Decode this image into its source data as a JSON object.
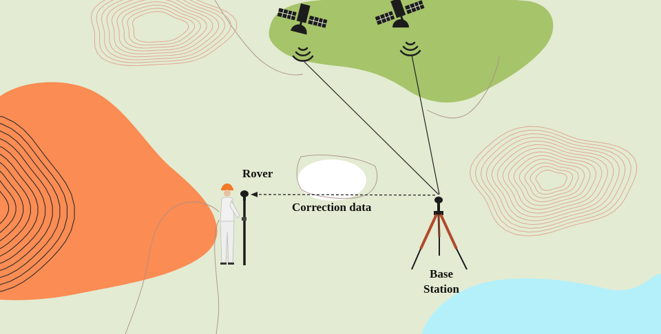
{
  "labels": {
    "rover": "Rover",
    "correction_data": "Correction data",
    "base_station_line1": "Base",
    "base_station_line2": "Station"
  },
  "colors": {
    "background": "#e3ebd2",
    "orange_blob": "#fb8c53",
    "green_blob": "#a6c46a",
    "blue_blob": "#b3f0fa",
    "contour_red": "#e0a08e",
    "contour_dark": "#2b2b2b",
    "satellite": "#1c1c1c",
    "signal_line": "#222222",
    "tripod_leg": "#b24a2c",
    "helmet": "#f07a2a"
  },
  "icons": [
    "satellite-icon",
    "signal-waves-icon",
    "surveyor-icon",
    "tripod-icon",
    "gnss-receiver-icon"
  ]
}
